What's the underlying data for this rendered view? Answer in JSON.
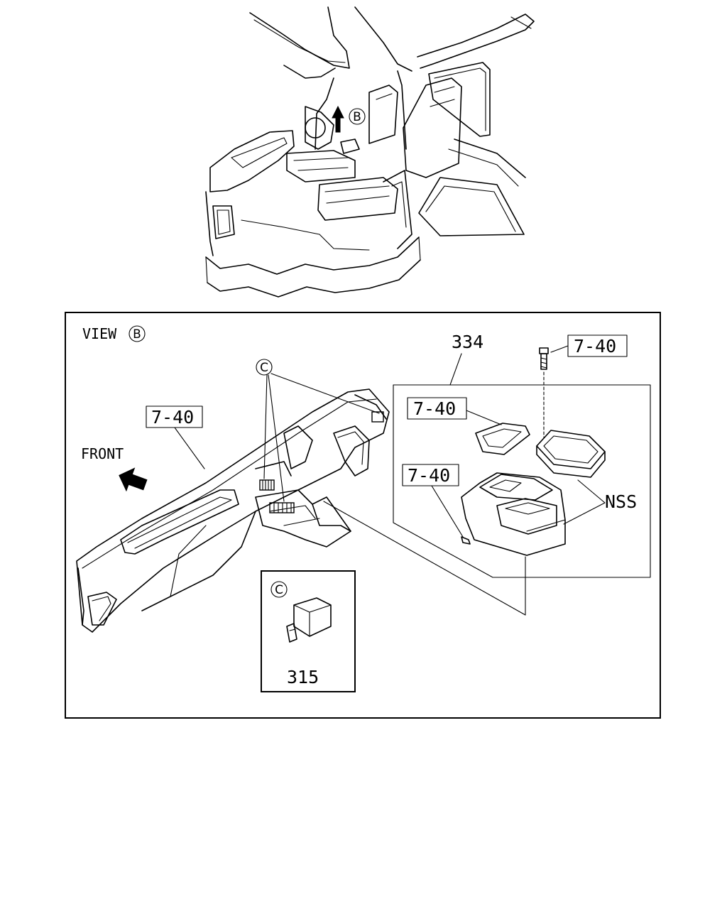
{
  "diagram": {
    "view_label": "VIEW",
    "view_marker": "B",
    "detail_marker": "C",
    "front_label": "FRONT",
    "callouts": {
      "dash_ref": "7-40",
      "bolt_ref": "7-40",
      "lid_ref": "7-40",
      "clip_ref": "7-40",
      "console_assy": "334",
      "nss": "NSS",
      "relay": "315"
    }
  }
}
